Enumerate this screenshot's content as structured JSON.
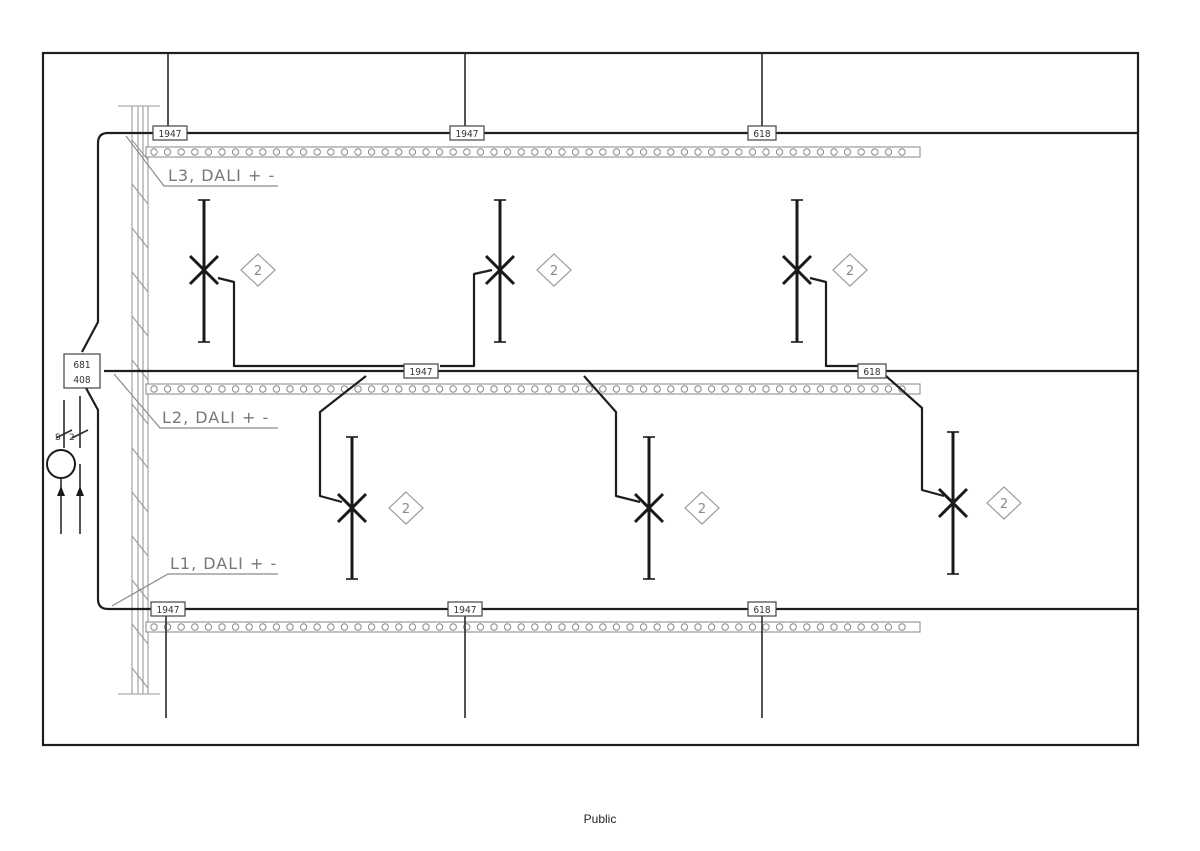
{
  "circuit_labels": {
    "l3": "L3, DALI + -",
    "l2": "L2, DALI + -",
    "l1": "L1, DALI + -"
  },
  "cable_tags": {
    "top_left": "1947",
    "top_mid": "1947",
    "top_right": "618",
    "mid_left": "1947",
    "mid_right": "618",
    "bottom_left": "1947",
    "bottom_mid": "1947",
    "bottom_right": "618"
  },
  "distribution_box": {
    "line1": "681",
    "line2": "408"
  },
  "fixture_marker": "2",
  "switch_marks": {
    "left": "S",
    "right": "2"
  },
  "footer": {
    "classification": "Public"
  }
}
